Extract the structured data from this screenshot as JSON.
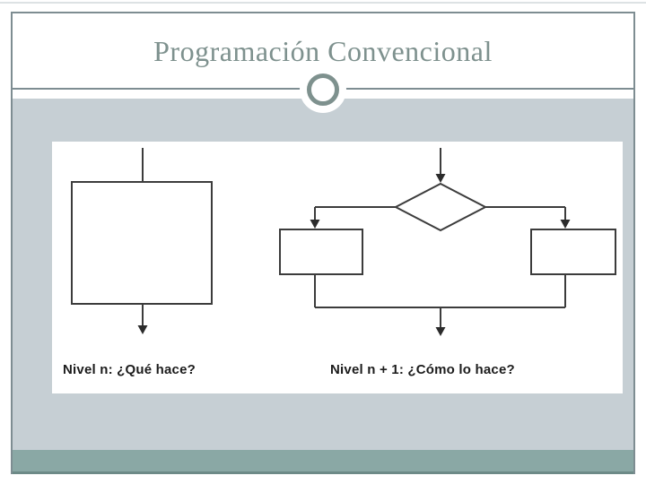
{
  "slide": {
    "title": "Programación Convencional"
  },
  "figure": {
    "panels": [
      {
        "label": "Nivel n: ¿Qué hace?",
        "diagram": "single large process box with entry line and exit arrow"
      },
      {
        "label": "Nivel n + 1: ¿Cómo lo hace?",
        "diagram": "decision diamond branching to two process boxes that rejoin into one exit arrow"
      }
    ]
  },
  "colors": {
    "content_background": "#c6cfd4",
    "bottom_band": "#8aa8a5",
    "bottom_band_edge": "#6d8a87",
    "frame_border": "#7e8d92",
    "title_text": "#7e918e",
    "ornament_ring": "#7e918e",
    "flow_line": "#3c3c3c",
    "label_text": "#1c1c1c"
  }
}
